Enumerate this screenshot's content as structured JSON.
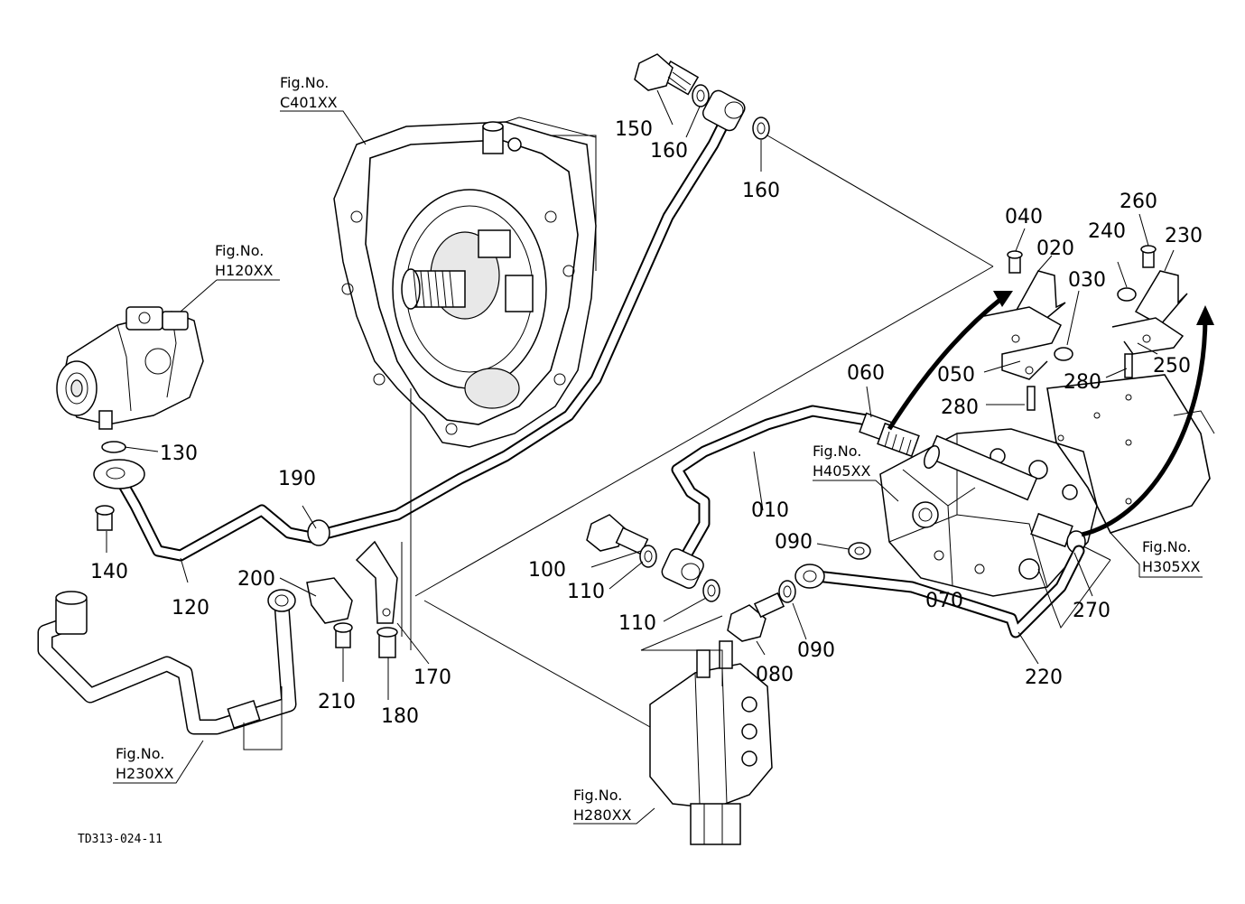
{
  "diagram_code": "TD313-024-11",
  "part_labels": {
    "p010": "010",
    "p020": "020",
    "p030": "030",
    "p040": "040",
    "p050": "050",
    "p060": "060",
    "p070": "070",
    "p080": "080",
    "p090a": "090",
    "p090b": "090",
    "p100": "100",
    "p110a": "110",
    "p110b": "110",
    "p120": "120",
    "p130": "130",
    "p140": "140",
    "p150": "150",
    "p160a": "160",
    "p160b": "160",
    "p170": "170",
    "p180": "180",
    "p190": "190",
    "p200": "200",
    "p210": "210",
    "p220": "220",
    "p230": "230",
    "p240": "240",
    "p250": "250",
    "p260": "260",
    "p270": "270",
    "p280a": "280",
    "p280b": "280"
  },
  "figure_refs": {
    "c401": {
      "prefix": "Fig.No.",
      "code": "C401XX"
    },
    "h120": {
      "prefix": "Fig.No.",
      "code": "H120XX"
    },
    "h230": {
      "prefix": "Fig.No.",
      "code": "H230XX"
    },
    "h280": {
      "prefix": "Fig.No.",
      "code": "H280XX"
    },
    "h405": {
      "prefix": "Fig.No.",
      "code": "H405XX"
    },
    "h305": {
      "prefix": "Fig.No.",
      "code": "H305XX"
    }
  }
}
